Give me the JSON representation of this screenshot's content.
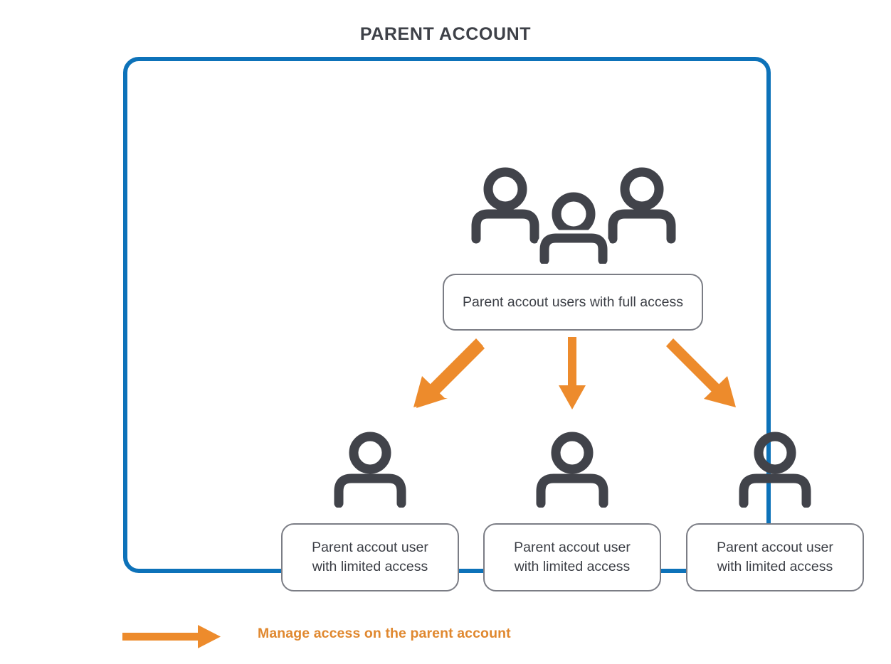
{
  "page": {
    "title": "PARENT ACCOUNT",
    "background_color": "#ffffff"
  },
  "colors": {
    "container_border": "#0d72b9",
    "arrow_orange": "#ed8b2c",
    "legend_text": "#e0882f",
    "icon_gray": "#41434a",
    "box_border": "#7b7d85",
    "title_text": "#3e4148",
    "box_text": "#3b3e45"
  },
  "container": {
    "name": "parent-account-container",
    "top_node": {
      "icon": "group-of-three-people-icon",
      "label": "Parent accout users with full access"
    },
    "arrows": [
      {
        "name": "arrow-down-left",
        "direction": "down-left",
        "icon": "arrow-icon"
      },
      {
        "name": "arrow-down",
        "direction": "down",
        "icon": "arrow-icon"
      },
      {
        "name": "arrow-down-right",
        "direction": "down-right",
        "icon": "arrow-icon"
      }
    ],
    "child_nodes": [
      {
        "icon": "person-icon",
        "line1": "Parent accout user",
        "line2": "with limited access"
      },
      {
        "icon": "person-icon",
        "line1": "Parent accout user",
        "line2": "with limited access"
      },
      {
        "icon": "person-icon",
        "line1": "Parent accout user",
        "line2": "with limited access"
      }
    ]
  },
  "legend": {
    "icon": "arrow-right-icon",
    "label": "Manage access on the parent account"
  }
}
